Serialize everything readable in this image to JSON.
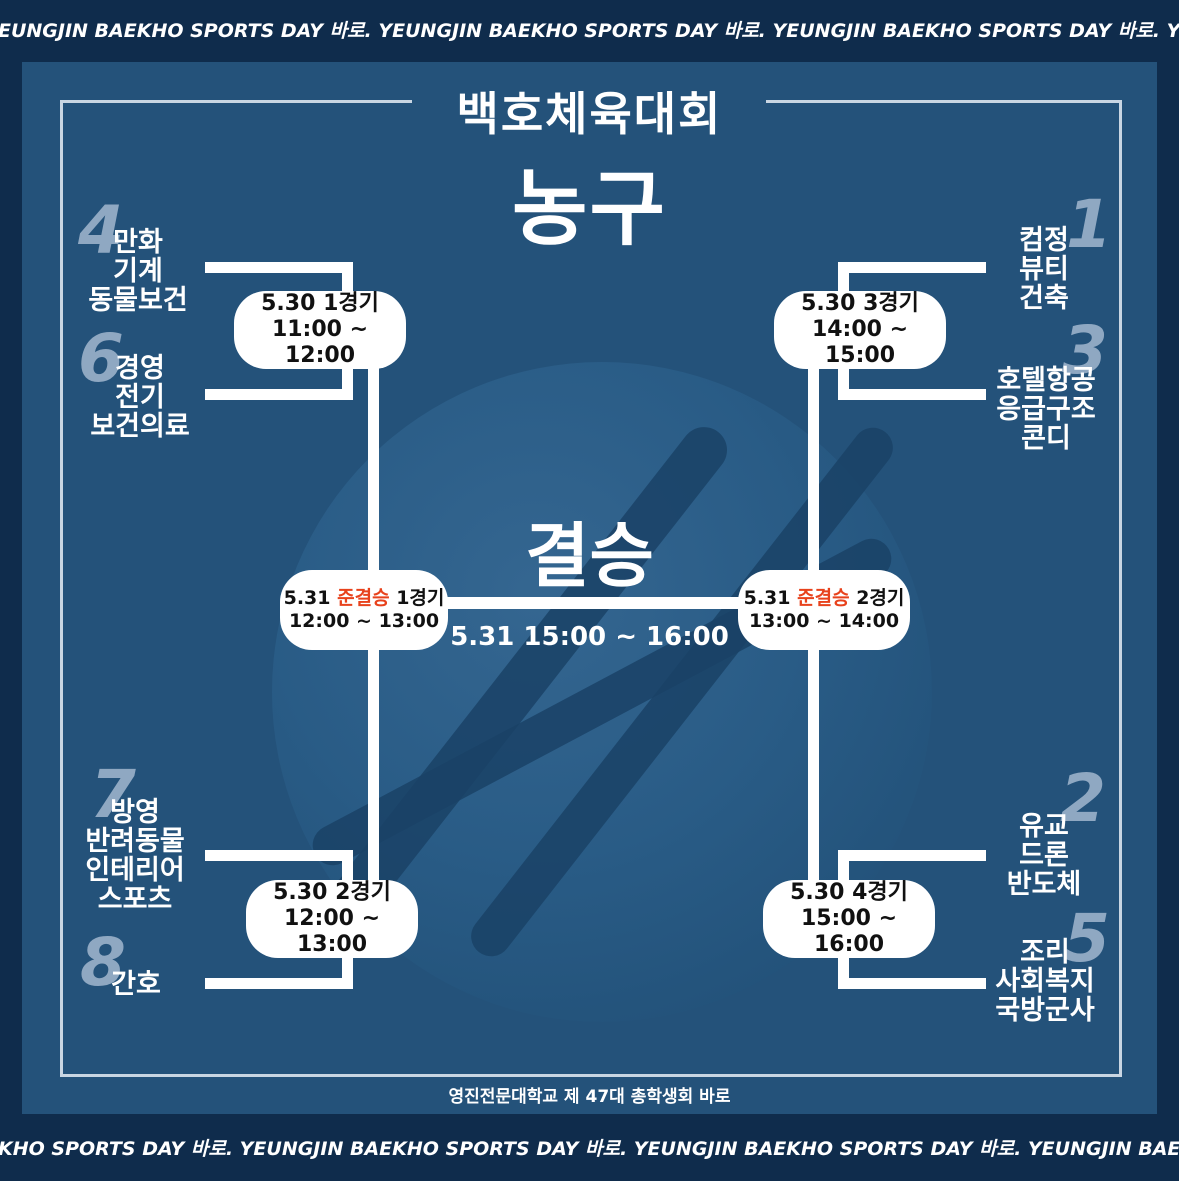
{
  "banner": {
    "slogan": "YEUNGJIN BAEKHO SPORTS DAY",
    "brand": "바로.",
    "top_text": "EUNGJIN BAEKHO SPORTS DAY  바로.  YEUNGJIN BAEKHO SPORTS DAY  바로.  YEUNGJIN BAEKHO SPORTS DAY  바로.  YEUNG",
    "bottom_text": "KHO SPORTS DAY  바로.  YEUNGJIN BAEKHO SPORTS DAY  바로.  YEUNGJIN BAEKHO SPORTS DAY  바로.  YEUNGJIN BAEKHO"
  },
  "header": {
    "event_name": "백호체육대회",
    "sport": "농구"
  },
  "final": {
    "title": "결승",
    "time": "5.31 15:00 ~ 16:00"
  },
  "matches": {
    "m1": {
      "line1": "5.30 1경기",
      "line2": "11:00 ~ 12:00"
    },
    "m2": {
      "line1": "5.30 2경기",
      "line2": "12:00 ~ 13:00"
    },
    "m3": {
      "line1": "5.30 3경기",
      "line2": "14:00 ~ 15:00"
    },
    "m4": {
      "line1": "5.30 4경기",
      "line2": "15:00 ~ 16:00"
    }
  },
  "semis": {
    "s1": {
      "date": "5.31",
      "label": "준결승",
      "game": "1경기",
      "time": "12:00 ~ 13:00"
    },
    "s2": {
      "date": "5.31",
      "label": "준결승",
      "game": "2경기",
      "time": "13:00 ~ 14:00"
    }
  },
  "teams": {
    "seed1": {
      "seed": "1",
      "l1": "컴정",
      "l2": "뷰티",
      "l3": "건축"
    },
    "seed2": {
      "seed": "2",
      "l1": "유교",
      "l2": "드론",
      "l3": "반도체"
    },
    "seed3": {
      "seed": "3",
      "l1": "호텔항공",
      "l2": "응급구조",
      "l3": "콘디"
    },
    "seed4": {
      "seed": "4",
      "l1": "만화",
      "l2": "기계",
      "l3": "동물보건"
    },
    "seed5": {
      "seed": "5",
      "l1": "조리",
      "l2": "사회복지",
      "l3": "국방군사"
    },
    "seed6": {
      "seed": "6",
      "l1": "경영",
      "l2": "전기",
      "l3": "보건의료"
    },
    "seed7": {
      "seed": "7",
      "l1": "방영",
      "l2": "반려동물",
      "l3": "인테리어",
      "l4": "스포츠"
    },
    "seed8": {
      "seed": "8",
      "l1": "간호"
    }
  },
  "footer": {
    "text": "영진전문대학교 제 47대 총학생회 바로"
  },
  "colors": {
    "background": "#0f2c4c",
    "panel": "#24527a",
    "accent": "#e8421c",
    "seed": "#8fa8c2"
  }
}
